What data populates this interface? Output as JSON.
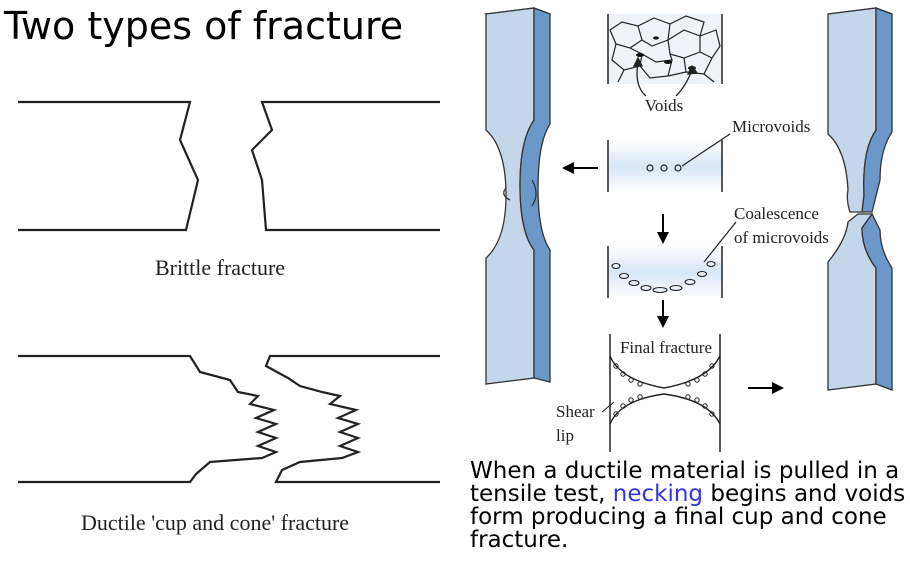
{
  "title": "Two types of fracture",
  "brittle_label": "Brittle fracture",
  "ductile_label": "Ductile 'cup and cone' fracture",
  "labels": {
    "voids": "Voids",
    "microvoids": "Microvoids",
    "coalescence_line1": "Coalescence",
    "coalescence_line2": "of microvoids",
    "final_fracture": "Final fracture",
    "shear_line1": "Shear",
    "shear_line2": "lip"
  },
  "caption": {
    "part1": "When a ductile material is pulled in a tensile test, ",
    "highlight": "necking",
    "part2": " begins and voids form producing a final cup and cone fracture."
  },
  "colors": {
    "specimen_fill": "#c4d6ea",
    "specimen_shade": "#6b97c9",
    "highlight": "#3333dd"
  }
}
